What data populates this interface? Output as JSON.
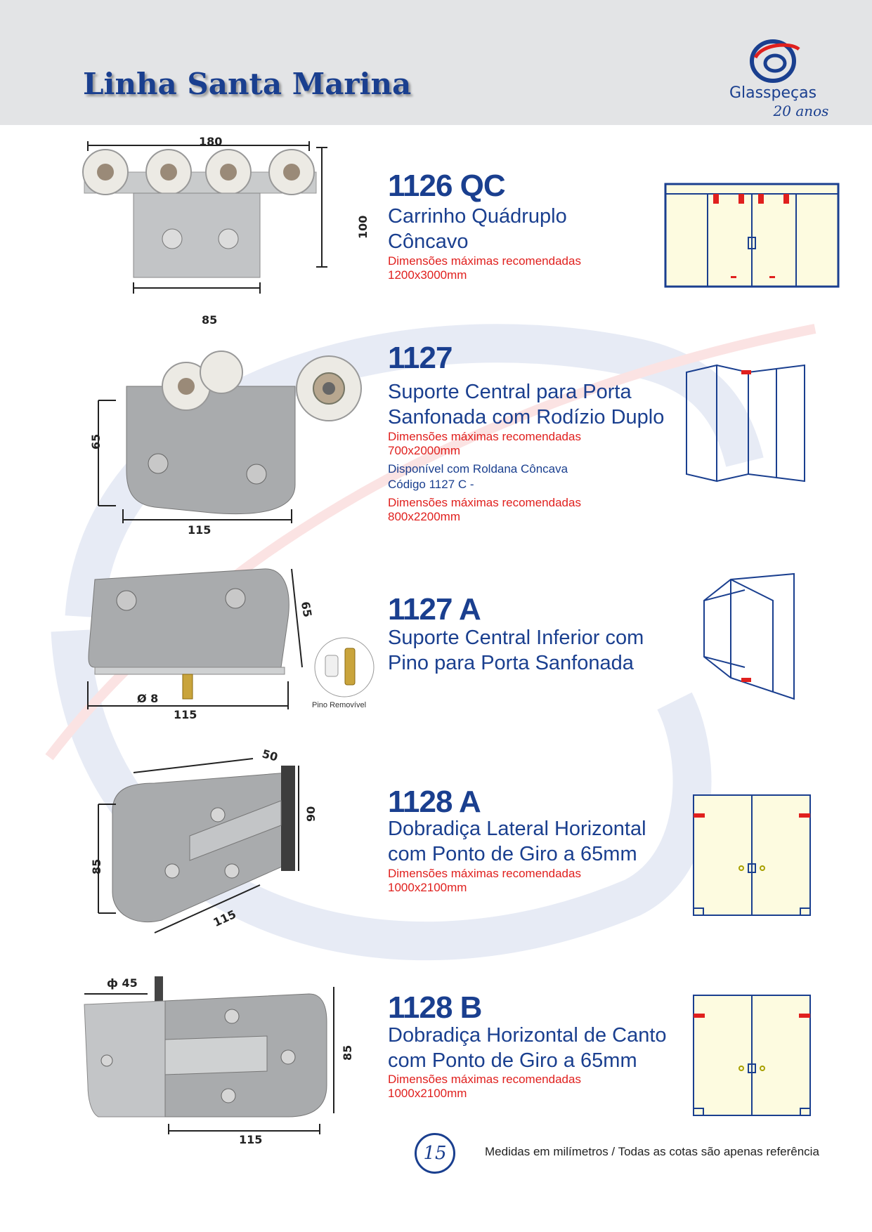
{
  "header": {
    "title": "Linha Santa Marina",
    "logo_name": "Glasspeças",
    "logo_years": "20 anos"
  },
  "colors": {
    "brand_blue": "#1a3f8f",
    "note_red": "#e0201e",
    "glass_fill": "#fdfbe0"
  },
  "products": [
    {
      "code": "1126 QC",
      "name_lines": [
        "Carrinho Quádruplo",
        "Côncavo"
      ],
      "note_label": "Dimensões máximas recomendadas",
      "note_value": "1200x3000mm",
      "dimensions": [
        "180",
        "100",
        "85"
      ]
    },
    {
      "code": "1127",
      "name_lines": [
        "Suporte Central para Porta",
        "Sanfonada com Rodízio Duplo"
      ],
      "note_label": "Dimensões máximas recomendadas",
      "note_value": "700x2000mm",
      "extra_lines": [
        "Disponível com Roldana Côncava",
        "Código 1127 C -"
      ],
      "note2_label": "Dimensões máximas recomendadas",
      "note2_value": "800x2200mm",
      "dimensions": [
        "65",
        "115"
      ]
    },
    {
      "code": "1127 A",
      "name_lines": [
        "Suporte Central Inferior com",
        "Pino para Porta Sanfonada"
      ],
      "dimensions": [
        "65",
        "Ø 8",
        "115"
      ],
      "accessory_label": "Pino Removível"
    },
    {
      "code": "1128 A",
      "name_lines": [
        "Dobradiça Lateral Horizontal",
        "com Ponto de Giro a 65mm"
      ],
      "note_label": "Dimensões máximas recomendadas",
      "note_value": "1000x2100mm",
      "dimensions": [
        "50",
        "90",
        "85",
        "115"
      ]
    },
    {
      "code": "1128 B",
      "name_lines": [
        "Dobradiça Horizontal de Canto",
        "com Ponto de Giro a 65mm"
      ],
      "note_label": "Dimensões máximas recomendadas",
      "note_value": "1000x2100mm",
      "dimensions": [
        "ф 45",
        "85",
        "115"
      ]
    }
  ],
  "footer": {
    "page_number": "15",
    "text": "Medidas em milímetros / Todas as cotas são apenas referência"
  }
}
